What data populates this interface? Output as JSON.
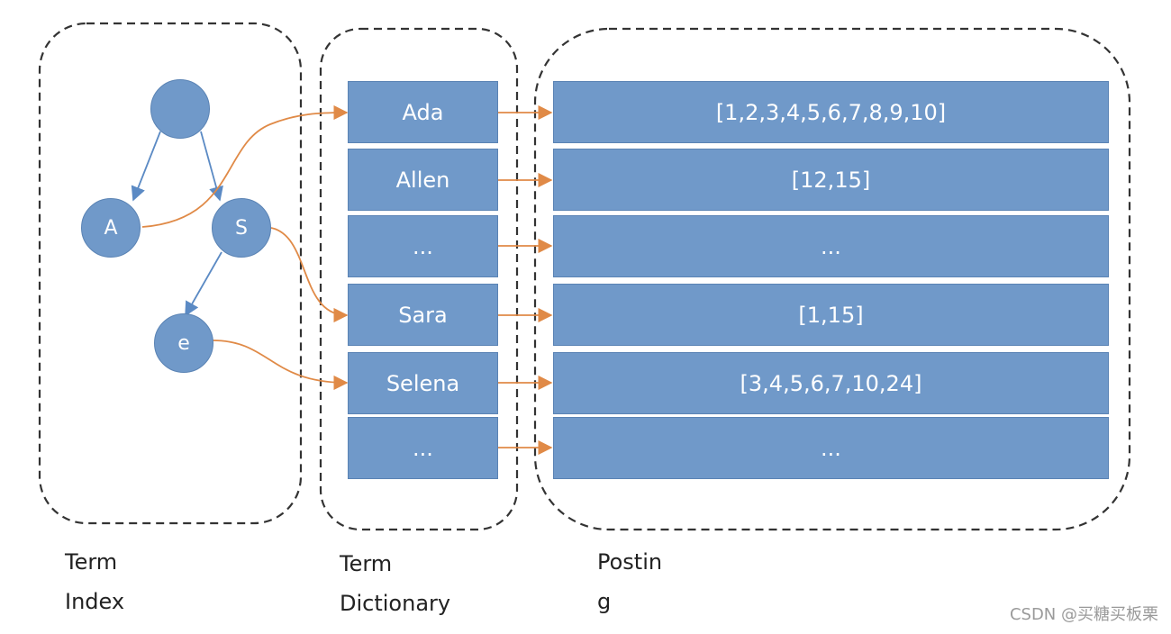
{
  "colors": {
    "box_fill": "#7099c9",
    "box_border": "#5a83b4",
    "tree_edge": "#5b8ac4",
    "link_arrow": "#e08a47",
    "frame": "#333333",
    "text_on_box": "#ffffff",
    "caption_text": "#222222",
    "watermark_text": "#9a9a9a"
  },
  "term_index": {
    "caption_lines": [
      "Term",
      "Index"
    ],
    "nodes": {
      "root": "",
      "a": "A",
      "s": "S",
      "e": "e"
    }
  },
  "term_dictionary": {
    "caption_lines": [
      "Term",
      "Dictionary"
    ],
    "terms": [
      "Ada",
      "Allen",
      "...",
      "Sara",
      "Selena",
      "..."
    ]
  },
  "posting": {
    "caption_lines": [
      "Postin",
      "g"
    ],
    "lists": [
      "[1,2,3,4,5,6,7,8,9,10]",
      "[12,15]",
      "...",
      "[1,15]",
      "[3,4,5,6,7,10,24]",
      "..."
    ]
  },
  "watermark": "CSDN @买糖买板栗"
}
